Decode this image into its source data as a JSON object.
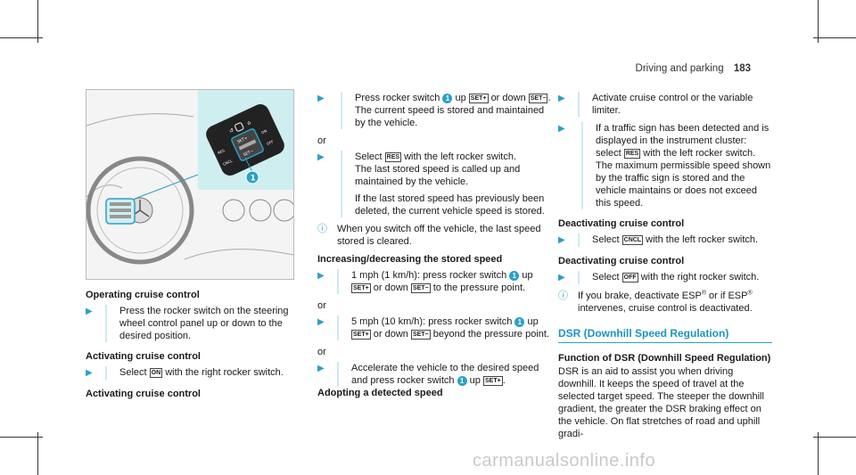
{
  "header": {
    "section": "Driving and parking",
    "page_number": "183"
  },
  "figure": {
    "callout": "1"
  },
  "col1": {
    "heading_operating": "Operating cruise control",
    "step_operating": "Press the rocker switch on the steering wheel control panel up or down to the desired position.",
    "heading_activating1": "Activating cruise control",
    "step_activating_pre": "Select",
    "step_activating_post": "with the right rocker switch.",
    "heading_activating2": "Activating cruise control"
  },
  "col2": {
    "step1_a": "Press rocker switch",
    "step1_b": "up",
    "step1_c": "or down",
    "step1_d": "The current speed is stored and maintained by the vehicle.",
    "or1": "or",
    "step2_a": "Select",
    "step2_b": "with the left rocker switch.",
    "step2_c": "The last stored speed is called up and maintained by the vehicle.",
    "step2_d": "If the last stored speed has previously been deleted, the current vehicle speed is stored.",
    "note1": "When you switch off the vehicle, the last speed stored is cleared.",
    "heading_incdec": "Increasing/decreasing the stored speed",
    "step3_a": "1 mph (1 km/h): press rocker switch",
    "step3_b": "up",
    "step3_c": "or down",
    "step3_d": "to the pressure point.",
    "or2": "or",
    "step4_a": "5 mph (10 km/h): press rocker switch",
    "step4_b": "up",
    "step4_c": "or down",
    "step4_d": "beyond the pressure point.",
    "or3": "or",
    "step5_a": "Accelerate the vehicle to the desired speed and press rocker switch",
    "step5_b": "up",
    "heading_adopting": "Adopting a detected speed"
  },
  "col3": {
    "step1": "Activate cruise control or the variable limiter.",
    "step2_a": "If a traffic sign has been detected and is displayed in the instrument cluster: select",
    "step2_b": "with the left rocker switch.",
    "step2_c": "The maximum permissible speed shown by the traffic sign is stored and the vehicle maintains or does not exceed this speed.",
    "heading_deact1": "Deactivating cruise control",
    "step3_a": "Select",
    "step3_b": "with the left rocker switch.",
    "heading_deact2": "Deactivating cruise control",
    "step4_a": "Select",
    "step4_b": "with the right rocker switch.",
    "note_a": "If you brake, deactivate ESP",
    "note_b": "or if ESP",
    "note_c": "intervenes, cruise control is deactivated.",
    "section_title": "DSR (Downhill Speed Regulation)",
    "heading_function": "Function of DSR (Downhill Speed Regulation)",
    "body": "DSR is an aid to assist you when driving downhill. It keeps the speed of travel at the selected target speed. The steeper the downhill gradient, the greater the DSR braking effect on the vehicle. On flat stretches of road and uphill gradi-"
  },
  "icons": {
    "set_up": "SET+",
    "set_down": "SET−",
    "res": "RES",
    "cancel": "CNCL",
    "on": "ON",
    "off": "OFF",
    "registered": "®",
    "arrow": "▶",
    "info": "ⓘ",
    "callout": "1"
  },
  "watermark": "carmanualsonline.info",
  "colors": {
    "accent": "#2aa0c8",
    "figure_bg": "#cfeef0",
    "text": "#1a1a1a"
  }
}
